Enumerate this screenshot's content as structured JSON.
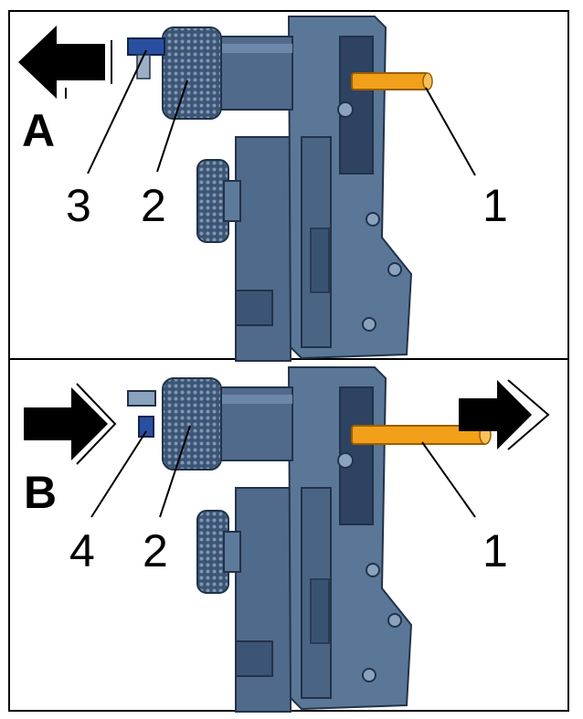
{
  "panels": [
    {
      "id": "A",
      "label": "A",
      "callouts": [
        "3",
        "2",
        "1"
      ]
    },
    {
      "id": "B",
      "label": "B",
      "callouts": [
        "4",
        "2",
        "1"
      ]
    }
  ],
  "colors": {
    "tool_body": "#4f6a8a",
    "tool_dark": "#2a3a50",
    "pin": "#f2a019",
    "screw": "#2a4fa0",
    "frame": "#000000"
  }
}
